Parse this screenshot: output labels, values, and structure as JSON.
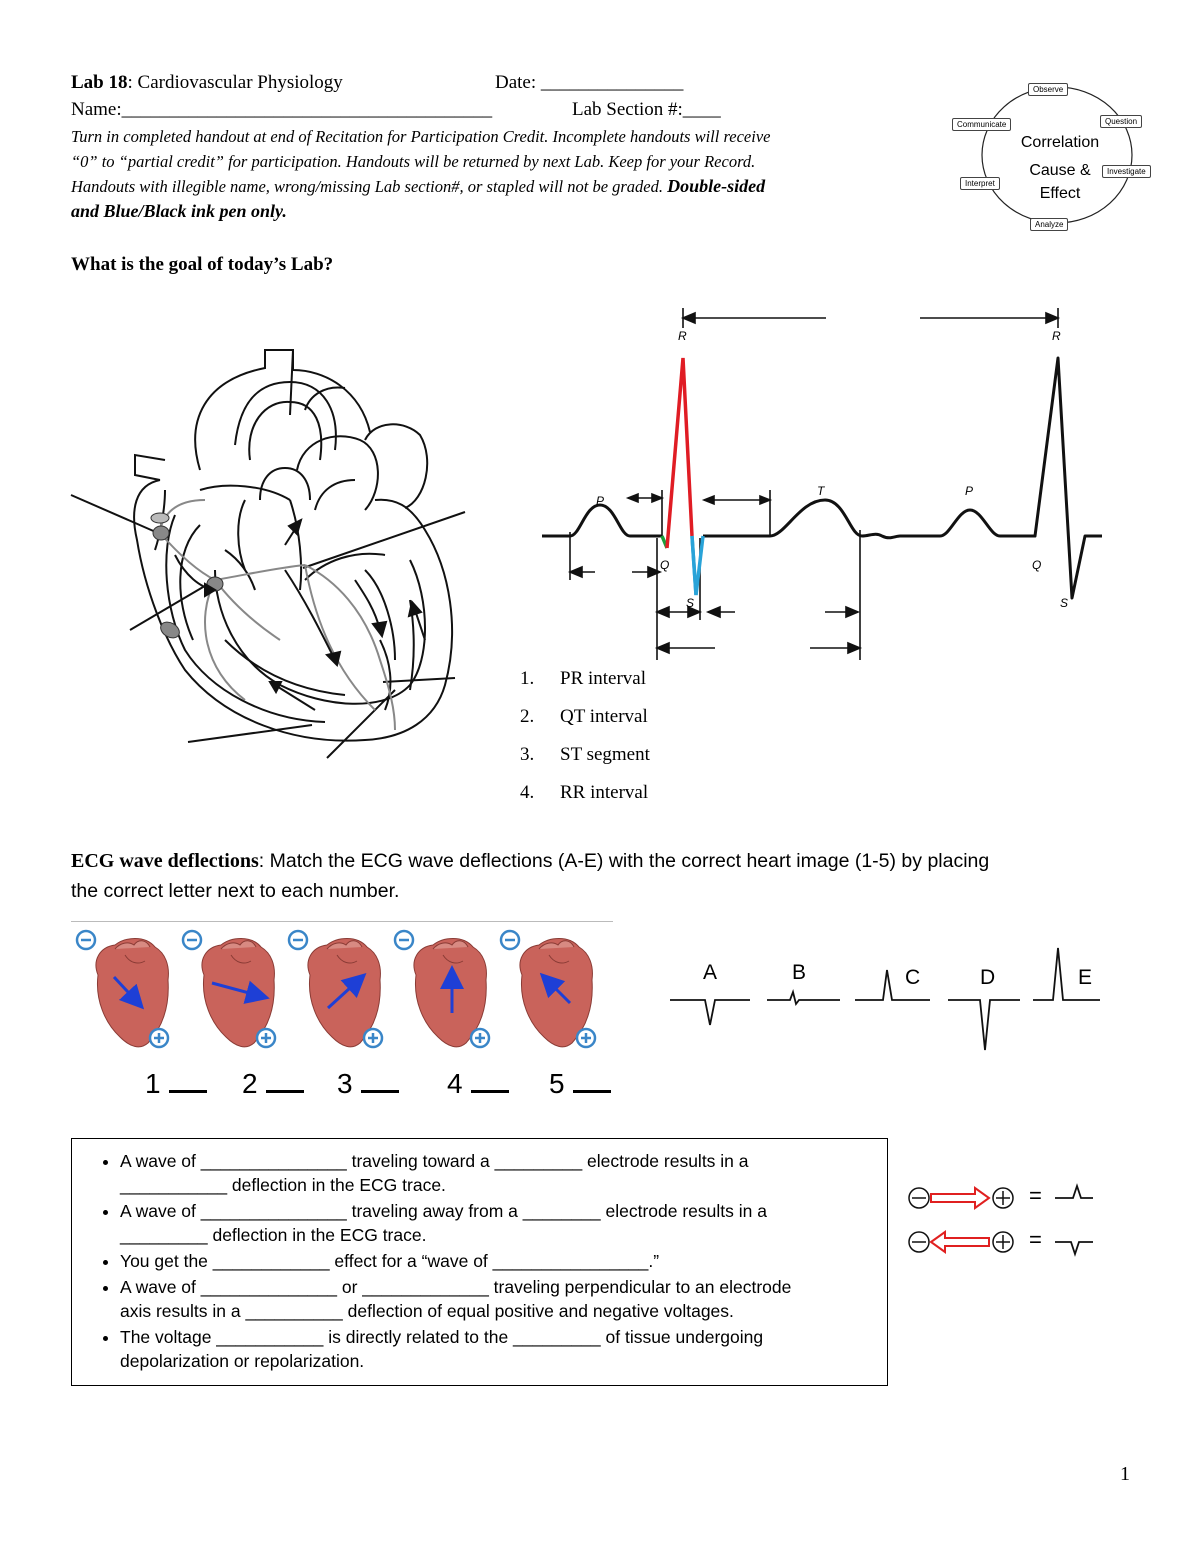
{
  "header": {
    "lab_bold": "Lab 18",
    "lab_rest": ": Cardiovascular Physiology",
    "date_label": "Date: _______________",
    "name_label": "Name:_______________________________________",
    "section_label": "Lab Section #:____",
    "instr_line1": "Turn in completed handout at end of Recitation for Participation Credit. Incomplete handouts will receive",
    "instr_line2": "“0” to “partial credit” for participation. Handouts will be returned by next Lab. Keep for your Record.",
    "instr_line3": "Handouts with illegible name, wrong/missing Lab section#, or stapled will not be graded. ",
    "instr_bold1": "Double-sided",
    "instr_bold2": "and Blue/Black ink pen only."
  },
  "cycle": {
    "items": [
      "Observe",
      "Question",
      "Investigate",
      "Analyze",
      "Interpret",
      "Communicate"
    ],
    "center1": "Correlation",
    "center2": "Cause &",
    "center3": "Effect"
  },
  "goal_question": "What is the goal of today’s Lab?",
  "ecg_labels": {
    "r": "R",
    "p": "P",
    "t": "T",
    "q": "Q",
    "s": "S"
  },
  "intervals": [
    {
      "num": "1.",
      "label": "PR interval"
    },
    {
      "num": "2.",
      "label": "QT interval"
    },
    {
      "num": "3.",
      "label": "ST segment"
    },
    {
      "num": "4.",
      "label": "RR interval"
    }
  ],
  "deflections": {
    "title_bold": "ECG wave deflections",
    "title_rest": ": Match the ECG wave deflections (A-E) with the correct heart image (1-5) by placing",
    "title_line2": "the correct letter next to each number.",
    "numbers": [
      "1",
      "2",
      "3",
      "4",
      "5"
    ],
    "letters": [
      "A",
      "B",
      "C",
      "D",
      "E"
    ],
    "minus": "−",
    "plus": "+"
  },
  "bullets": [
    {
      "l1": "A wave of _______________ traveling toward a _________ electrode results in a",
      "l2": "___________ deflection in the ECG trace."
    },
    {
      "l1": "A wave of _______________ traveling away from a ________ electrode results in a",
      "l2": "_________ deflection in the ECG trace."
    },
    {
      "l1": "You get the ____________ effect for a “wave of ________________.”",
      "l2": ""
    },
    {
      "l1": "A wave of ______________ or _____________ traveling perpendicular to an electrode",
      "l2": "axis results in a __________ deflection of equal positive and negative voltages."
    },
    {
      "l1": "The voltage ___________ is directly related to the _________ of tissue undergoing",
      "l2": "depolarization or repolarization."
    }
  ],
  "legend": {
    "eq": "="
  },
  "page_number": "1",
  "colors": {
    "r_up": "#e01c24",
    "q_green": "#1a9e3a",
    "s_blue": "#29a3d8",
    "arrow_blue": "#1e3fd6",
    "electrode": "#3a86c8",
    "heart": "#c9635b",
    "legend_red": "#e02020"
  }
}
